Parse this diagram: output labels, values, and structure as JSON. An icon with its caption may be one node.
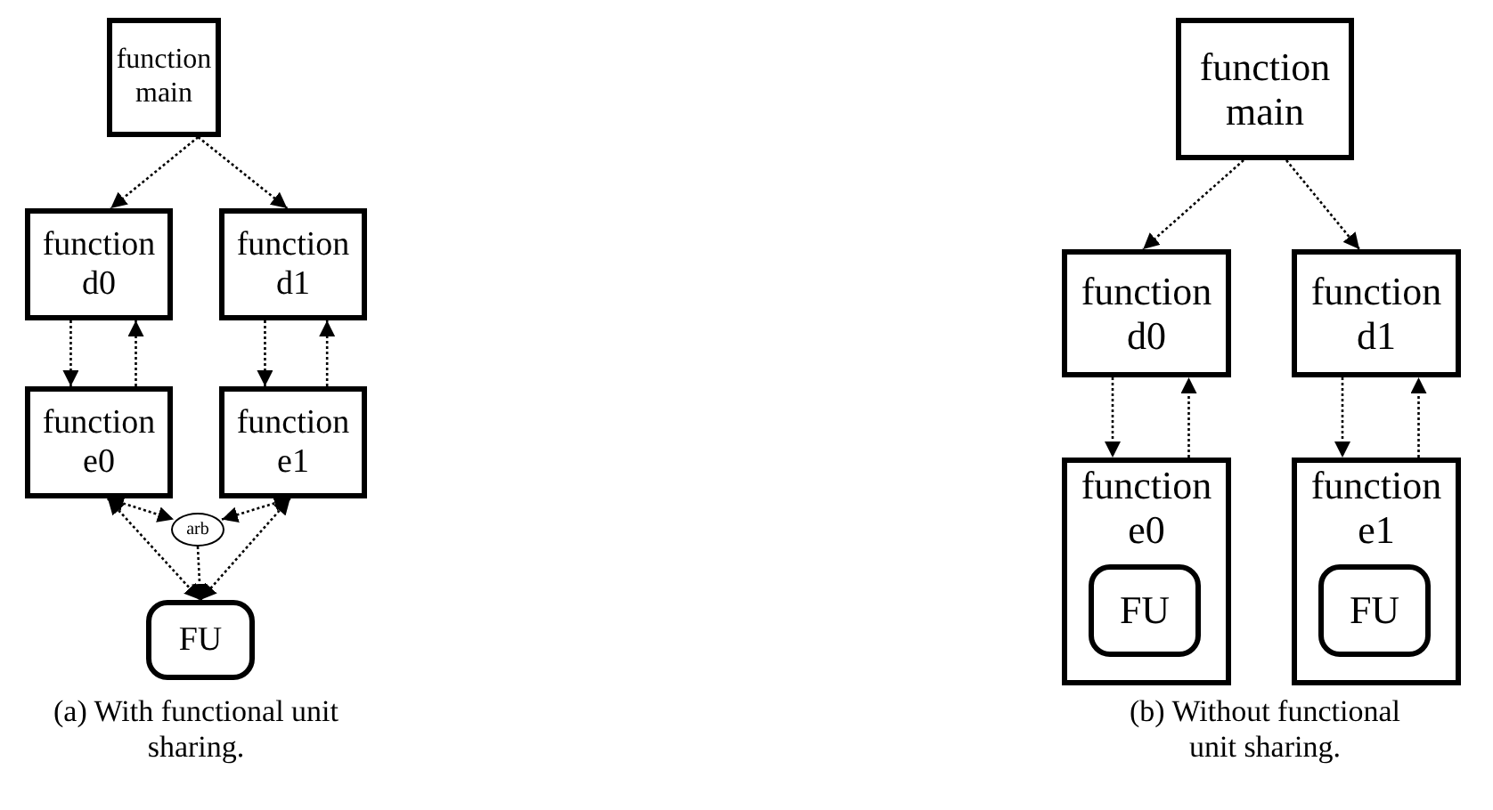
{
  "diagram": {
    "nodes": [
      {
        "text": [
          "function main"
        ]
      },
      {
        "text": [
          "function d0"
        ]
      },
      {
        "text": [
          "function d1"
        ]
      },
      {
        "text": [
          "function e0"
        ]
      },
      {
        "text": [
          "function e1"
        ]
      },
      {
        "text": [
          "arb"
        ]
      },
      {
        "text": [
          "FU"
        ]
      },
      {
        "text": [
          "function main"
        ]
      },
      {
        "text": [
          "function d0"
        ]
      },
      {
        "text": [
          "function d1"
        ]
      },
      {
        "text": [
          "function e0"
        ]
      },
      {
        "text": [
          "FU"
        ],
        "in": 10
      },
      {
        "text": [
          "function e1"
        ]
      },
      {
        "text": [
          "FU"
        ],
        "in": 12
      }
    ],
    "edges": [
      {
        "from": 0,
        "to": 1,
        "arrow": "to"
      },
      {
        "from": 0,
        "to": 2,
        "arrow": "to"
      },
      {
        "from": 1,
        "to": 3,
        "arrow": "to"
      },
      {
        "from": 3,
        "to": 1,
        "arrow": "to"
      },
      {
        "from": 2,
        "to": 4,
        "arrow": "to"
      },
      {
        "from": 4,
        "to": 2,
        "arrow": "to"
      },
      {
        "from": 3,
        "to": 5,
        "arrow": "both"
      },
      {
        "from": 4,
        "to": 5,
        "arrow": "both"
      },
      {
        "from": 5,
        "to": 6,
        "arrow": "to"
      },
      {
        "from": 3,
        "to": 6,
        "arrow": "both"
      },
      {
        "from": 4,
        "to": 6,
        "arrow": "both"
      },
      {
        "from": 7,
        "to": 8,
        "arrow": "to"
      },
      {
        "from": 7,
        "to": 9,
        "arrow": "to"
      },
      {
        "from": 8,
        "to": 10,
        "arrow": "to"
      },
      {
        "from": 10,
        "to": 8,
        "arrow": "to"
      },
      {
        "from": 9,
        "to": 12,
        "arrow": "to"
      },
      {
        "from": 12,
        "to": 9,
        "arrow": "to"
      }
    ],
    "labels": [
      "(a) With functional unit sharing.",
      "(b) Without functional unit sharing."
    ]
  }
}
